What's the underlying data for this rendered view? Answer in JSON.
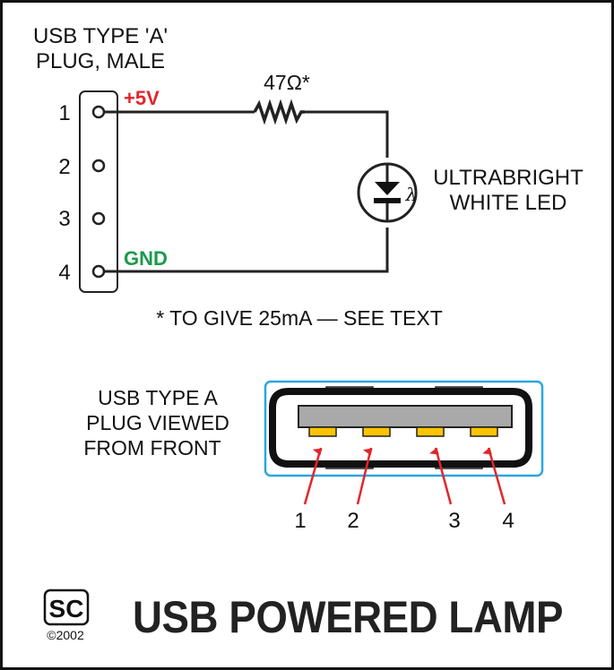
{
  "plug": {
    "title_line1": "USB TYPE 'A'",
    "title_line2": "PLUG, MALE",
    "pins": [
      "1",
      "2",
      "3",
      "4"
    ],
    "label_5v": "+5V",
    "label_gnd": "GND"
  },
  "resistor": {
    "label": "47Ω*"
  },
  "led": {
    "symbol": "λ",
    "label_line1": "ULTRABRIGHT",
    "label_line2": "WHITE LED"
  },
  "note": "* TO GIVE 25mA — SEE TEXT",
  "front_view": {
    "label_line1": "USB TYPE A",
    "label_line2": "PLUG VIEWED",
    "label_line3": "FROM FRONT",
    "pin_numbers": [
      "1",
      "2",
      "3",
      "4"
    ]
  },
  "footer": {
    "logo": "SC",
    "copyright": "©2002",
    "title": "USB POWERED LAMP"
  },
  "colors": {
    "plus5v": "#e0262b",
    "gnd": "#1a9a4a",
    "pin_contact": "#ffc400",
    "frame": "#2aa6df",
    "shell": "#a9a9a9",
    "arrow": "#e0262b"
  }
}
